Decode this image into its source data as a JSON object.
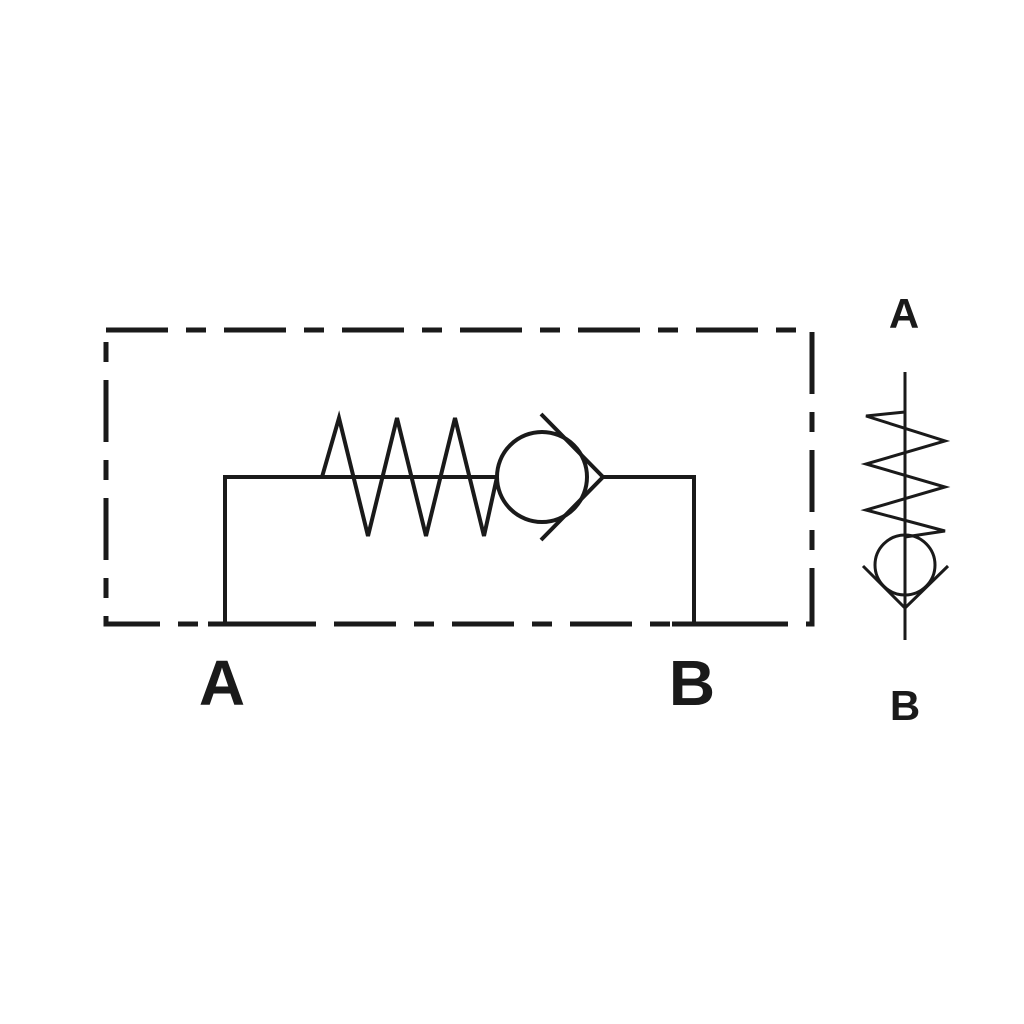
{
  "schematic": {
    "type": "spring-loaded check valve",
    "line_color": "#1a1a1a",
    "background": "#ffffff",
    "ports": {
      "left_label": "A",
      "right_label": "B"
    }
  },
  "compact_symbol": {
    "top_label": "A",
    "bottom_label": "B"
  }
}
